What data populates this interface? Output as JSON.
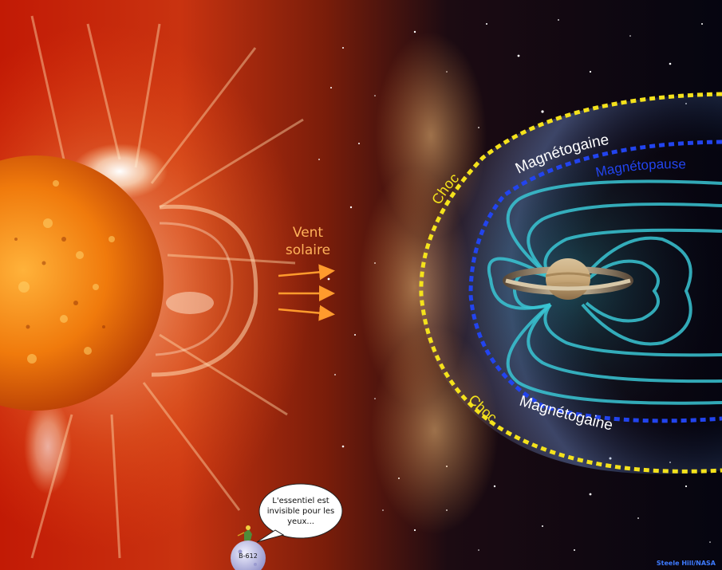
{
  "labels": {
    "wind_line1": "Vent",
    "wind_line2": "solaire",
    "shock_top": "Choc",
    "shock_bottom": "Choc",
    "sheath_top": "Magnétogaine",
    "sheath_bottom": "Magnétogaine",
    "magnetopause": "Magnétopause"
  },
  "bubble": {
    "text": "L'essentiel est invisible pour les yeux..."
  },
  "asteroid": {
    "name": "B-612"
  },
  "credit": "Steele Hill/NASA",
  "colors": {
    "shock_line": "#f4e21c",
    "magnetopause_line": "#2244ee",
    "field_lines": "#39c6d4",
    "wind_arrows": "#ff9b2d",
    "sheath_text": "#ffffff",
    "credit": "#3e7bff"
  }
}
